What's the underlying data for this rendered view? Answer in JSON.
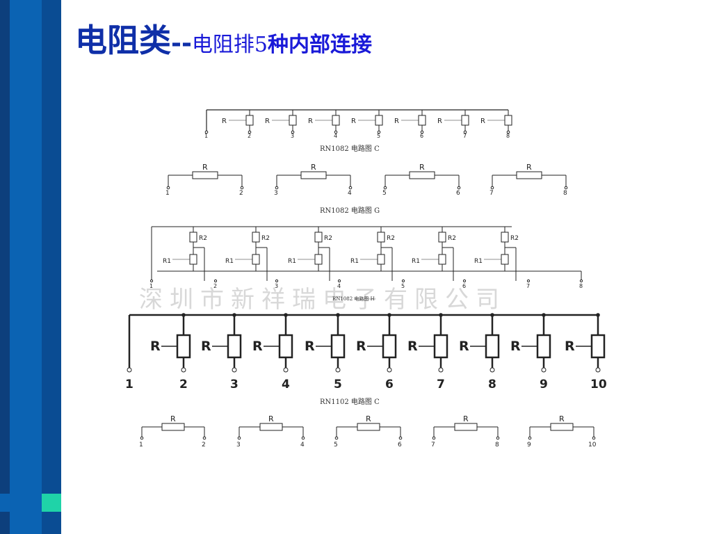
{
  "title": {
    "main": "电阻类",
    "separator": "--",
    "sub": "电阻排5",
    "sub_bold": "种内部连接"
  },
  "diagrams": {
    "rn1082c": {
      "caption": "RN1082 电路图 C",
      "resistor_label": "R",
      "pins": [
        "1",
        "2",
        "3",
        "4",
        "5",
        "6",
        "7",
        "8"
      ]
    },
    "rn1082g": {
      "caption": "RN1082 电路图 G",
      "resistor_label": "R",
      "pins": [
        "1",
        "2",
        "3",
        "4",
        "5",
        "6",
        "7",
        "8"
      ]
    },
    "rn1082h": {
      "caption": "RN1082 电路图 H",
      "label_top": "R2",
      "label_bottom": "R1",
      "pins": [
        "1",
        "2",
        "3",
        "4",
        "5",
        "6",
        "7",
        "8"
      ]
    },
    "rn1102c": {
      "caption": "RN1102 电路图 C",
      "resistor_label": "R",
      "pins": [
        "1",
        "2",
        "3",
        "4",
        "5",
        "6",
        "7",
        "8",
        "9",
        "10"
      ]
    },
    "rn1102g": {
      "resistor_label": "R",
      "pins": [
        "1",
        "2",
        "3",
        "4",
        "5",
        "6",
        "7",
        "8",
        "9",
        "10"
      ]
    }
  },
  "watermark": "深圳市新祥瑞电子有限公司",
  "colors": {
    "sidebar": "#0a5aa6",
    "accent": "#1fd3a8",
    "title": "#1a1ad8"
  }
}
